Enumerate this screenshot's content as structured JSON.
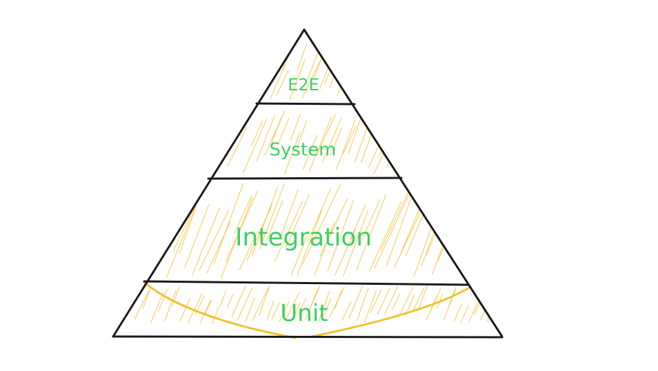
{
  "diagram": {
    "colors": {
      "outline": "#1a1a1a",
      "hatch": "#f2c12e",
      "label": "#3fcf5f",
      "unit_curve": "#f2c12e"
    },
    "layers": [
      {
        "id": "e2e",
        "label": "E2E"
      },
      {
        "id": "system",
        "label": "System"
      },
      {
        "id": "integration",
        "label": "Integration"
      },
      {
        "id": "unit",
        "label": "Unit"
      }
    ]
  }
}
